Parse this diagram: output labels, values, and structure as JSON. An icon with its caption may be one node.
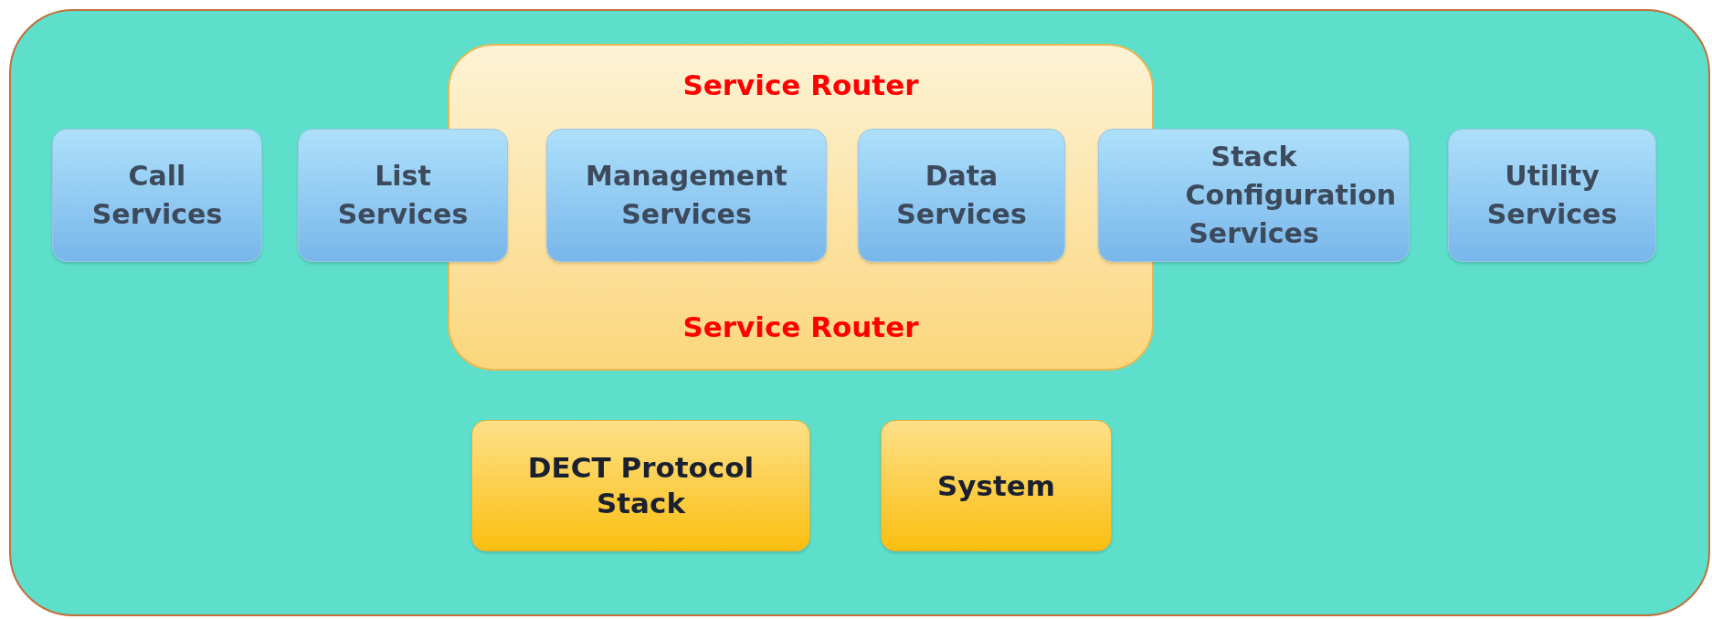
{
  "diagram": {
    "nodes": [
      {
        "text": [],
        "shape": "box"
      },
      {
        "text": [
          "Service Router",
          "Service Router"
        ],
        "in": 0
      },
      {
        "text": [
          "Call Services"
        ],
        "in": 0
      },
      {
        "text": [
          "List Services"
        ],
        "in": 0
      },
      {
        "text": [
          "Management Services"
        ],
        "in": 1
      },
      {
        "text": [
          "Data Services"
        ],
        "in": 1
      },
      {
        "text": [
          "Stack Configuration Services"
        ],
        "in": 0
      },
      {
        "text": [
          "Utility Services"
        ],
        "in": 0
      },
      {
        "text": [
          "DECT Protocol Stack"
        ],
        "in": 0
      },
      {
        "text": [
          "System"
        ],
        "in": 0
      }
    ]
  }
}
